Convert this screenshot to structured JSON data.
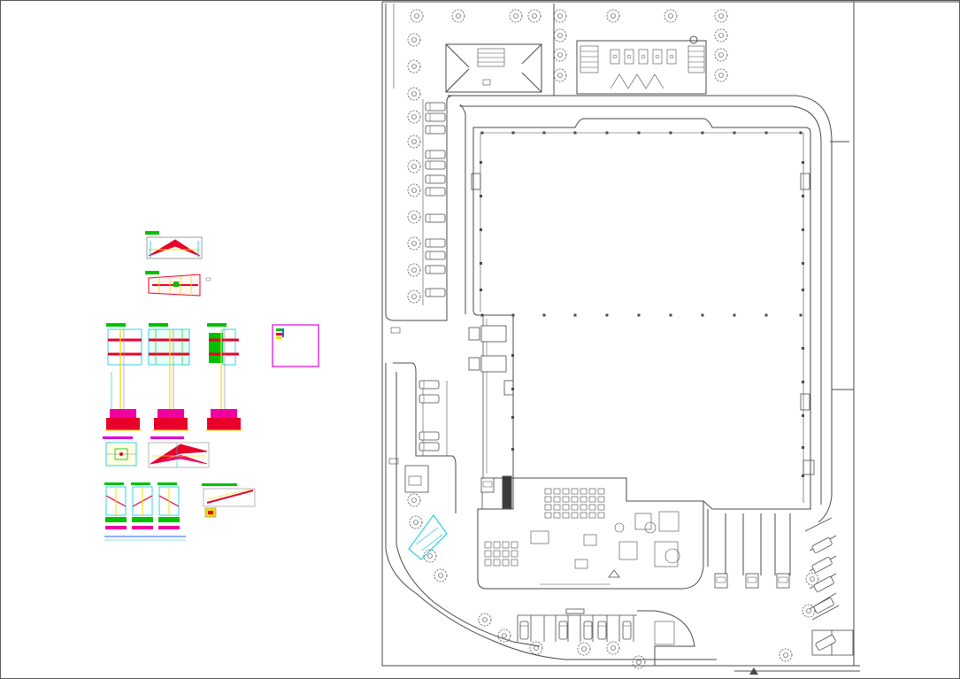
{
  "drawing": {
    "background": "#ffffff",
    "line_color": "#4a4a4a",
    "detail_colors": {
      "section_red": "#e8002a",
      "section_yellow": "#f0e000",
      "section_cyan": "#00c8e0",
      "section_green": "#00c000",
      "section_magenta": "#e000e0",
      "section_blue": "#2060ff"
    },
    "tree_count_site": 38,
    "parking_stalls_west": 18,
    "truck_bays_south": 4
  },
  "icons": {
    "tree": "tree-symbol-icon",
    "truck": "truck-symbol-icon",
    "car": "car-symbol-icon",
    "north_arrow": "north-arrow-icon"
  }
}
